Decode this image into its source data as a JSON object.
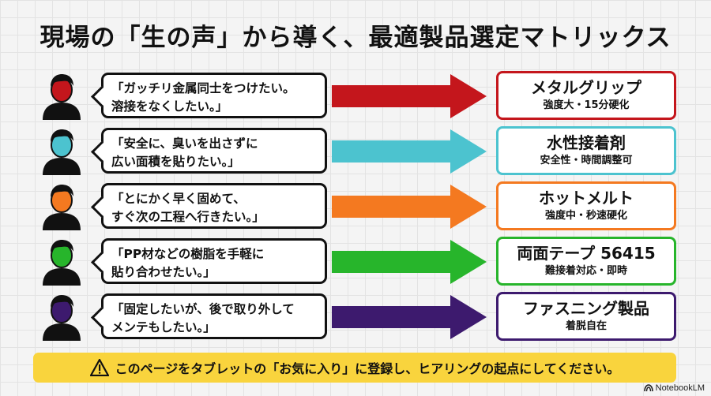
{
  "title": "現場の「生の声」から導く、最適製品選定マトリックス",
  "rows": [
    {
      "quote_line1": "「ガッチリ金属同士をつけたい。",
      "quote_line2": "溶接をなくしたい。」",
      "product": "メタルグリップ",
      "spec": "強度大・15分硬化",
      "color": "#c4161c"
    },
    {
      "quote_line1": "「安全に、臭いを出さずに",
      "quote_line2": "広い面積を貼りたい。」",
      "product": "水性接着剤",
      "spec": "安全性・時間調整可",
      "color": "#4cc3cf"
    },
    {
      "quote_line1": "「とにかく早く固めて、",
      "quote_line2": "すぐ次の工程へ行きたい。」",
      "product": "ホットメルト",
      "spec": "強度中・秒速硬化",
      "color": "#f47920"
    },
    {
      "quote_line1": "「PP材などの樹脂を手軽に",
      "quote_line2": "貼り合わせたい。」",
      "product": "両面テープ 56415",
      "spec": "難接着対応・即時",
      "color": "#27b52b"
    },
    {
      "quote_line1": "「固定したいが、後で取り外して",
      "quote_line2": "メンテもしたい。」",
      "product": "ファスニング製品",
      "spec": "着脱自在",
      "color": "#3d1a6e"
    }
  ],
  "banner": {
    "text": "このページをタブレットの「お気に入り」に登録し、ヒアリングの起点にしてください。",
    "icon": "warning-icon"
  },
  "footer": {
    "brand": "NotebookLM",
    "icon": "notebooklm-logo-icon"
  }
}
